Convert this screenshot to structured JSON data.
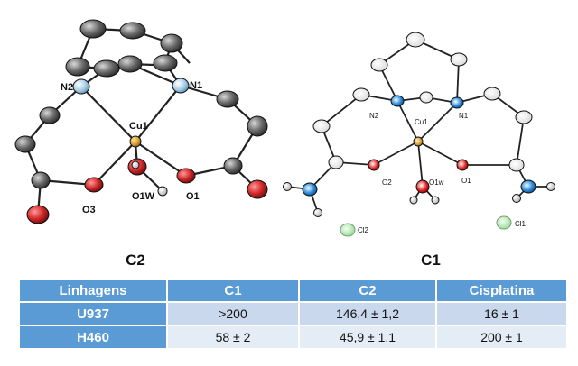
{
  "left_structure": {
    "labels": [
      "N2",
      "N1",
      "Cu1",
      "O3",
      "O1W",
      "O1"
    ],
    "caption": "C2"
  },
  "right_structure": {
    "labels": [
      "N2",
      "N1",
      "Cu1",
      "O2",
      "O1w",
      "O1",
      "Cl2",
      "Cl1"
    ],
    "caption": "C1"
  },
  "table": {
    "headers": [
      "Linhagens",
      "C1",
      "C2",
      "Cisplatina"
    ],
    "rows": [
      [
        "U937",
        ">200",
        "146,4 ± 1,2",
        "16 ± 1"
      ],
      [
        "H460",
        "58 ± 2",
        "45,9 ± 1,1",
        "200 ± 1"
      ]
    ]
  },
  "colors": {
    "table_header": "#5B9BD5",
    "row_1": "#C9D8EC",
    "row_2": "#E4ECF6",
    "copper": "#D9A13B",
    "nitrogen": "#A9CFE8",
    "oxygen": "#D42A2A",
    "carbon": "#606060",
    "chlorine": "#9BE29B"
  }
}
